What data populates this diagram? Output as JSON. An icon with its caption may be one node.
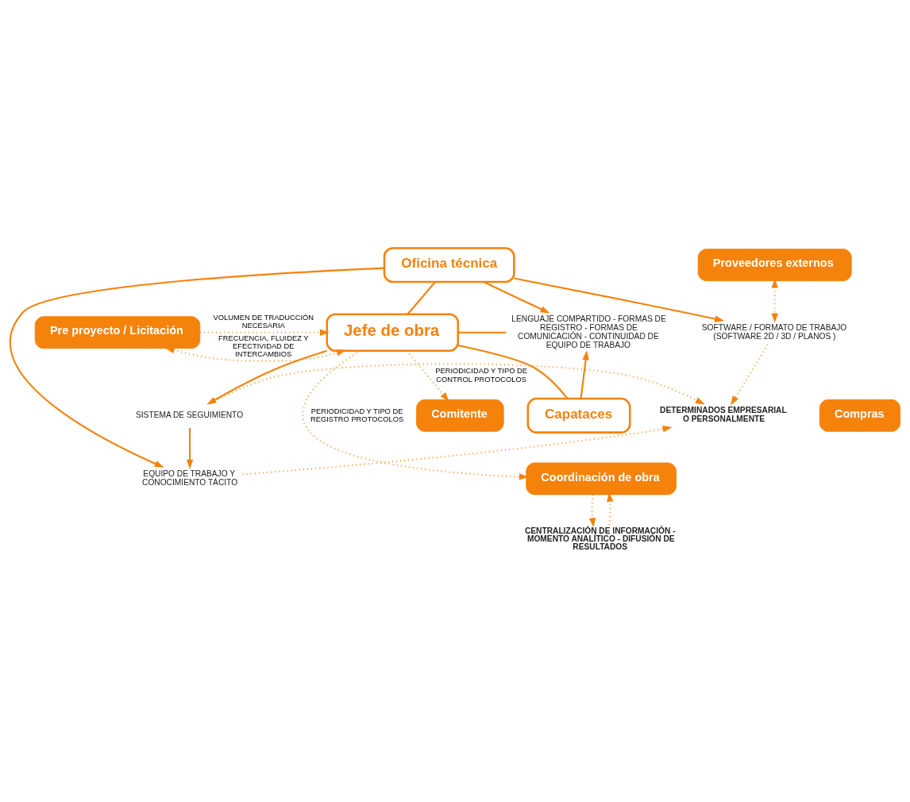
{
  "diagram": {
    "nodes": [
      {
        "text": [
          "SOFTWARE / FORMATO DE TRABAJO (SOFTWARE 2D / 3D / PLANOS )"
        ]
      },
      {
        "text": [
          "EQUIPO DE TRABAJO Y CONOCIMIENTO TÁCITO"
        ]
      },
      {
        "text": [
          "DETERMINADOS EMPRESARIAL O PERSONALMENTE"
        ]
      },
      {
        "text": [
          "SISTEMA DE SEGUIMIENTO"
        ]
      },
      {
        "text": [
          "Proveedores externos"
        ]
      },
      {
        "text": [
          "Oficina técnica"
        ]
      },
      {
        "text": [
          "Pre proyecto / Licitación"
        ]
      },
      {
        "text": [
          "Jefe de obra"
        ]
      },
      {
        "text": [
          "LENGUAJE COMPARTIDO - FORMAS DE REGISTRO - FORMAS DE COMUNICACIÓN - CONTINUIDAD DE EQUIPO DE TRABAJO"
        ]
      },
      {
        "text": [
          "Capataces"
        ]
      },
      {
        "text": [
          "Compras"
        ]
      },
      {
        "text": [
          "Coordinación de obra"
        ]
      },
      {
        "text": [
          "Comitente"
        ]
      },
      {
        "text": [
          "CENTRALIZACIÓN DE INFORMACIÓN - MOMENTO ANALÍTICO - DIFUSIÓN DE RESULTADOS"
        ]
      }
    ],
    "edges": [
      {
        "from": 4,
        "to": 0,
        "arrow": "both",
        "style": "dashed"
      },
      {
        "from": 0,
        "to": 2,
        "arrow": "to",
        "style": "dashed"
      },
      {
        "from": 1,
        "to": 2,
        "arrow": "to",
        "style": "dashed"
      },
      {
        "from": 3,
        "to": 2,
        "arrow": "to",
        "style": "dashed"
      },
      {
        "from": 3,
        "to": 1,
        "arrow": "to"
      },
      {
        "from": 7,
        "to": 3,
        "arrow": "to"
      },
      {
        "from": 5,
        "to": 0,
        "arrow": "to"
      },
      {
        "from": 5,
        "to": 1,
        "arrow": "to"
      },
      {
        "from": 7,
        "to": 5,
        "arrow": "none"
      },
      {
        "from": 5,
        "to": 8,
        "arrow": "to"
      },
      {
        "from": 7,
        "to": 8,
        "arrow": "none"
      },
      {
        "from": 7,
        "to": 9,
        "arrow": "none"
      },
      {
        "from": 9,
        "to": 8,
        "arrow": "to"
      },
      {
        "from": 6,
        "to": 7,
        "arrow": "to",
        "style": "dashed",
        "label": "VOLUMEN DE TRADUCCIÓN NECESARIA"
      },
      {
        "from": 6,
        "to": 7,
        "arrow": "both",
        "style": "dashed",
        "label": "FRECUENCIA, FLUIDEZ Y EFECTIVIDAD DE INTERCAMBIOS"
      },
      {
        "from": 7,
        "to": 11,
        "arrow": "to",
        "style": "dashed",
        "label": "PERIODICIDAD Y TIPO DE REGISTRO PROTOCOLOS"
      },
      {
        "from": 7,
        "to": 12,
        "arrow": "to",
        "style": "dashed",
        "label": "PERIODICIDAD Y TIPO DE CONTROL PROTOCOLOS"
      },
      {
        "from": 11,
        "to": 13,
        "arrow": "to",
        "style": "dashed"
      },
      {
        "from": 13,
        "to": 11,
        "arrow": "to",
        "style": "dashed"
      }
    ]
  }
}
